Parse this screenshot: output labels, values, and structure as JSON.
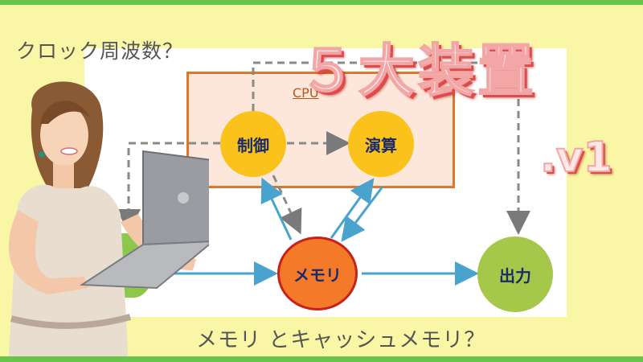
{
  "captions": {
    "top": "クロック周波数？",
    "bottom": "メモリ とキャッシュメモリ？"
  },
  "title": {
    "main": "５大装置",
    "version": ".v1"
  },
  "diagram": {
    "cpu_label": "CPU",
    "nodes": {
      "control": "制御",
      "alu": "演算",
      "memory": "メモリ",
      "output": "出力"
    }
  },
  "colors": {
    "background": "#f9f6a6",
    "frame": "#67c54a",
    "cpu_box_fill": "#fde7da",
    "cpu_box_border": "#d9782e",
    "node_yellow": "#fbc21b",
    "node_memory": "#f47a2a",
    "node_output": "#a6c84a",
    "data_arrow": "#4aa3cc",
    "control_arrow": "#8a8a8a",
    "title_shadow": "#e24a4a"
  }
}
